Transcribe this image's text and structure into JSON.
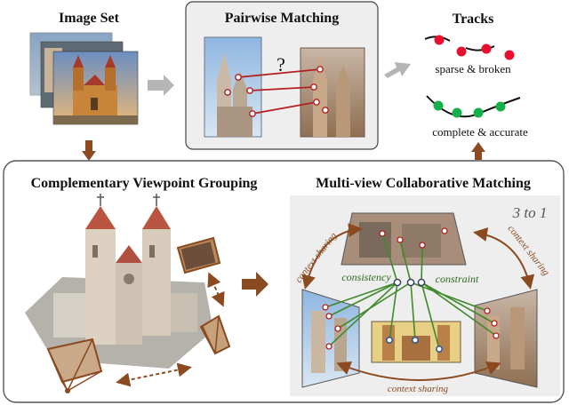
{
  "image_set": {
    "title": "Image Set"
  },
  "pairwise": {
    "title": "Pairwise Matching",
    "question_mark": "?"
  },
  "tracks": {
    "title": "Tracks",
    "sparse_label": "sparse & broken",
    "complete_label": "complete & accurate"
  },
  "grouping": {
    "title": "Complementary Viewpoint Grouping"
  },
  "mvcm": {
    "title": "Multi-view Collaborative Matching",
    "ratio_label": "3 to 1",
    "context_sharing_left": "context sharing",
    "context_sharing_right": "context sharing",
    "context_sharing_bottom": "context sharing",
    "consistency_label": "consistency",
    "constraint_label": "constraint"
  },
  "colors": {
    "brown": "#8b4a1f",
    "match_red": "#b42020",
    "track_red": "#e8102e",
    "track_green": "#16b04a",
    "green_line": "#3f8a2a",
    "panel_gray": "#eeeeee",
    "arrow_gray": "#b5b5b5"
  }
}
